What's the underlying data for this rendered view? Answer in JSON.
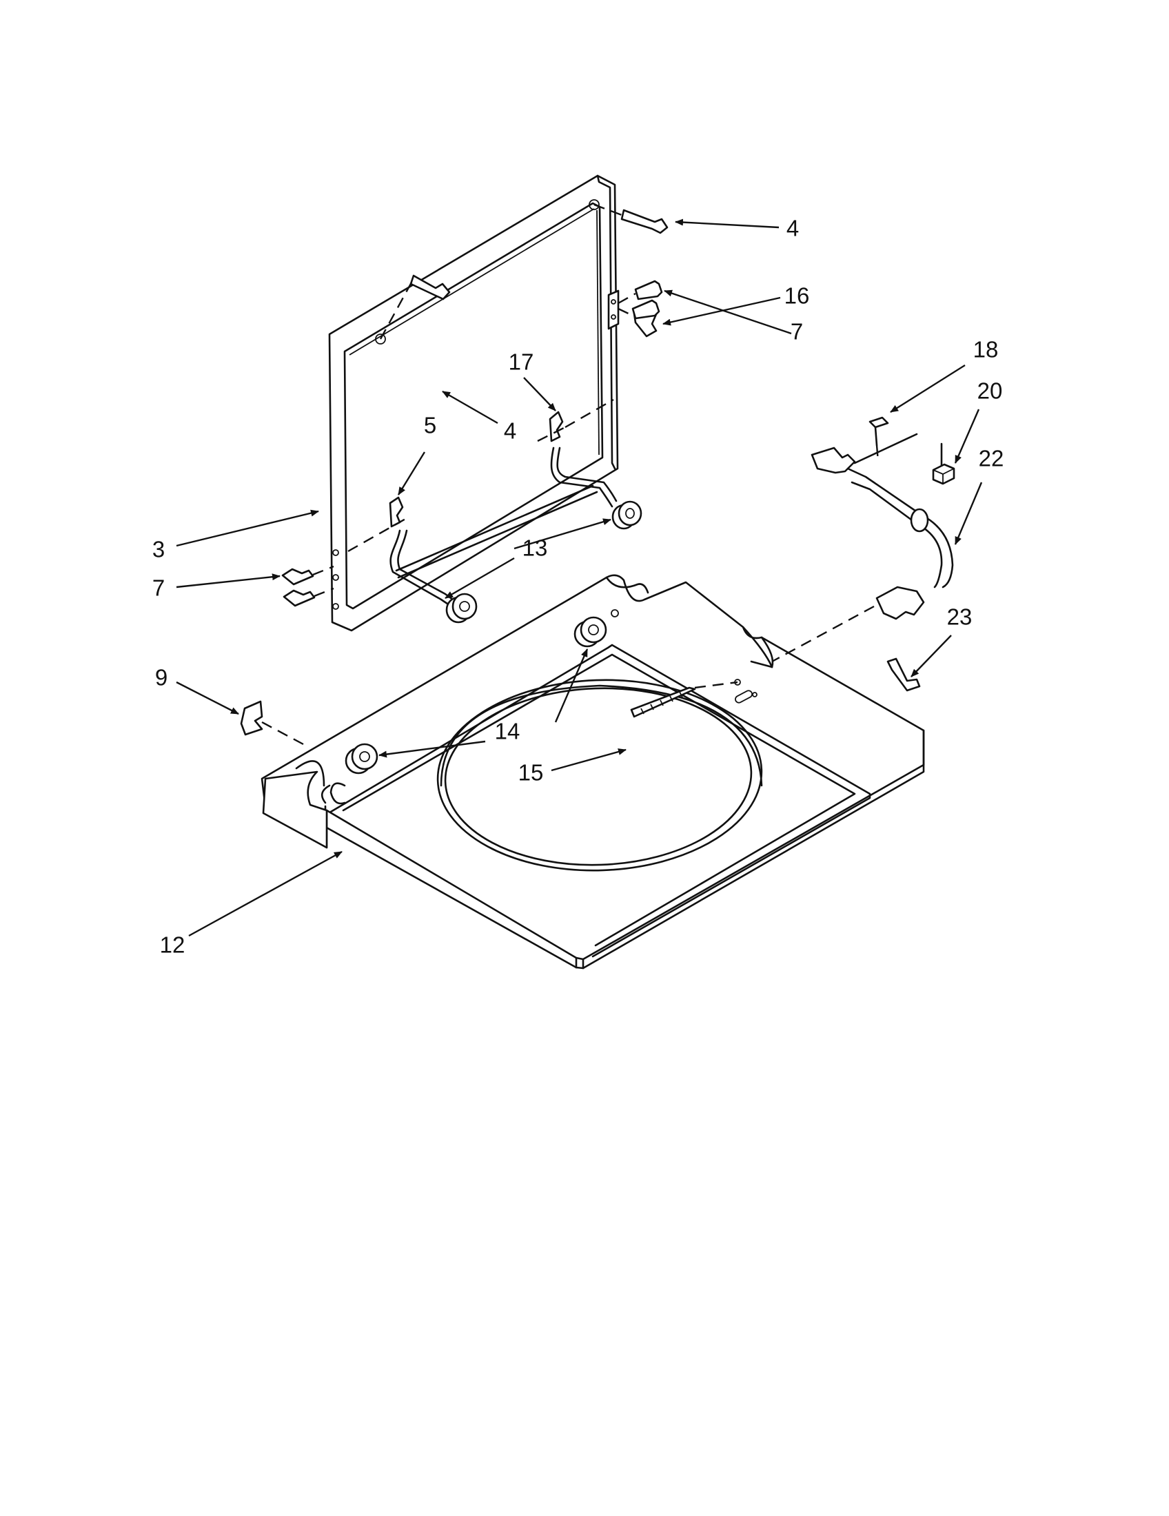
{
  "callouts": {
    "c3": "3",
    "c4a": "4",
    "c4b": "4",
    "c5": "5",
    "c7a": "7",
    "c7b": "7",
    "c9": "9",
    "c12": "12",
    "c13": "13",
    "c14": "14",
    "c15": "15",
    "c16": "16",
    "c17": "17",
    "c18": "18",
    "c20": "20",
    "c22": "22",
    "c23": "23"
  }
}
